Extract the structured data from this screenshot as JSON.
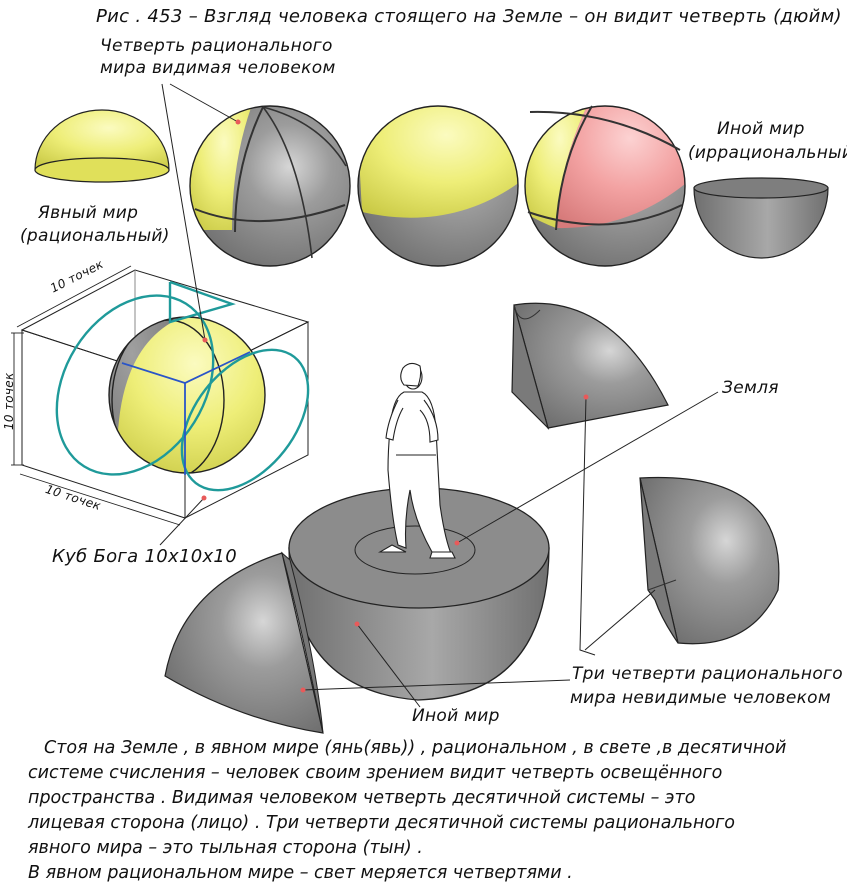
{
  "caption": "Рис . 453 – Взгляд человека стоящего на Земле – он видит четверть (дюйм)",
  "labels": {
    "visible_quarter": [
      "Четверть рационального",
      "мира видимая человеком"
    ],
    "explicit_world": [
      "Явный мир",
      "(рациональный)"
    ],
    "other_world_top": [
      "Иной мир",
      "(иррациональный)"
    ],
    "dim_top": "10 точек",
    "dim_left": "10 точек",
    "dim_bottom": "10 точек",
    "god_cube": "Куб Бога 10х10х10",
    "earth": "Земля",
    "other_world_bottom": "Иной мир",
    "three_quarters": [
      "Три четверти рационального",
      "мира невидимые человеком"
    ]
  },
  "paragraph": [
    "Стоя на Земле , в явном мире (янь(явь)) , рациональном , в свете ,в десятичной",
    "системе счисления – человек своим зрением видит четверть освещённого",
    "пространства . Видимая человеком четверть десятичной системы  – это",
    "лицевая сторона (лицо) . Три четверти десятичной системы рационального",
    "явного мира – это тыльная сторона (тын) .",
    "В явном рациональном мире – свет меряется четвертями ."
  ],
  "colors": {
    "yellow": "#f4f38a",
    "pink": "#f4a3a3",
    "grey": "#8d8d8d",
    "teal": "#1f9a9a",
    "blue": "#2a55c8",
    "marker": "#e85a5a"
  }
}
